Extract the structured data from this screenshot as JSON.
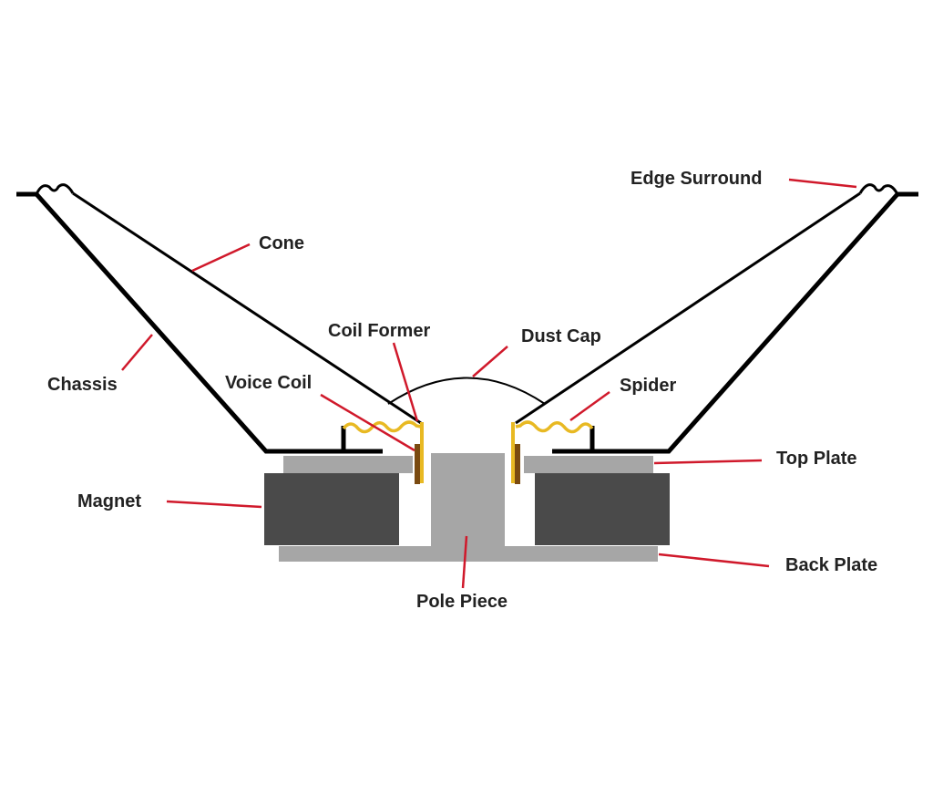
{
  "labels": {
    "edge_surround": "Edge Surround",
    "cone": "Cone",
    "chassis": "Chassis",
    "coil_former": "Coil Former",
    "dust_cap": "Dust Cap",
    "voice_coil": "Voice Coil",
    "spider": "Spider",
    "top_plate": "Top Plate",
    "magnet": "Magnet",
    "back_plate": "Back Plate",
    "pole_piece": "Pole Piece"
  },
  "colors": {
    "outline": "#000000",
    "leader": "#d0192b",
    "plate": "#a6a6a6",
    "magnet": "#4a4a4a",
    "spider": "#e8b923",
    "voice_coil": "#7a4a10",
    "label_text": "#222222"
  }
}
